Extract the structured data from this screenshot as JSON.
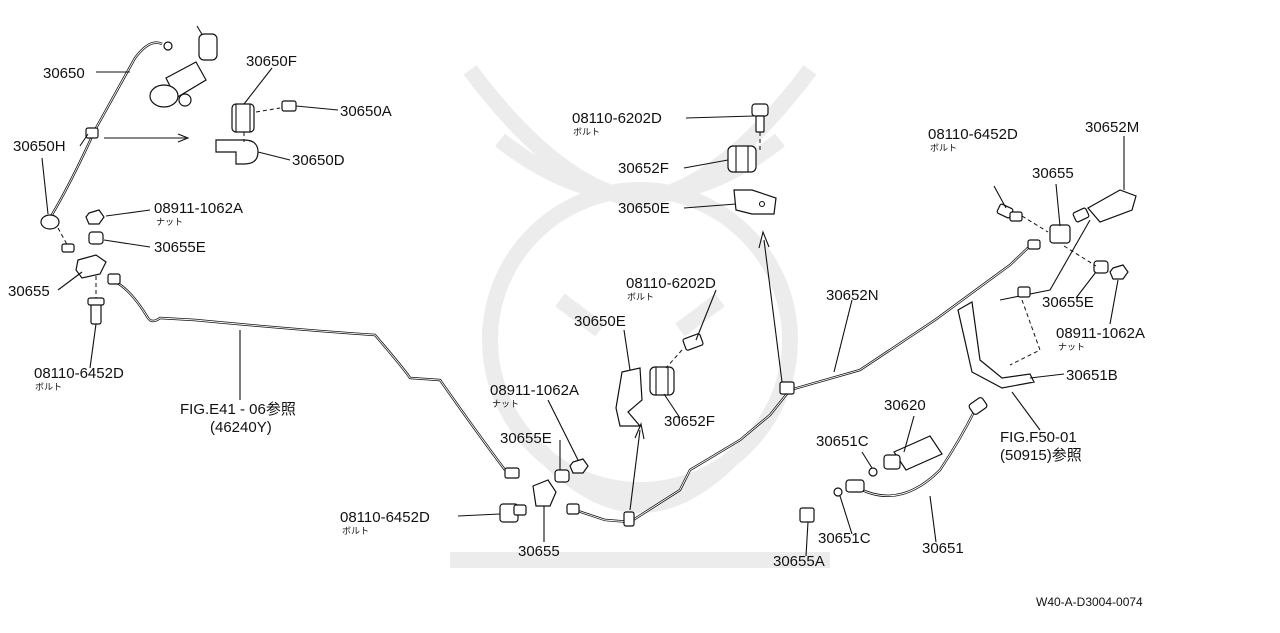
{
  "labels": {
    "l_30650": "30650",
    "l_30650F": "30650F",
    "l_30650A": "30650A",
    "l_30650H": "30650H",
    "l_30650D": "30650D",
    "l_08911_top": "08911-1062A",
    "l_08911_top_sub": "ナット",
    "l_30655E_top": "30655E",
    "l_30655_top": "30655",
    "l_08110_left": "08110-6452D",
    "l_08110_left_sub": "ボルト",
    "l_fig_e41": "FIG.E41 - 06参照",
    "l_fig_e41_code": "(46240Y)",
    "l_08110_6202_top": "08110-6202D",
    "l_08110_6202_top_sub": "ボルト",
    "l_30652F": "30652F",
    "l_30650E_top": "30650E",
    "l_08110_6202_mid": "08110-6202D",
    "l_08110_6202_mid_sub": "ボルト",
    "l_30650E_mid": "30650E",
    "l_08911_mid": "08911-1062A",
    "l_08911_mid_sub": "ナット",
    "l_30652F_mid": "30652F",
    "l_30655E_mid": "30655E",
    "l_08110_bottom": "08110-6452D",
    "l_08110_bottom_sub": "ボルト",
    "l_30655_bottom": "30655",
    "l_30652N": "30652N",
    "l_30620": "30620",
    "l_30651C_a": "30651C",
    "l_30651C_b": "30651C",
    "l_30655A": "30655A",
    "l_30651": "30651",
    "l_08110_right": "08110-6452D",
    "l_08110_right_sub": "ボルト",
    "l_30655_right": "30655",
    "l_30652M": "30652M",
    "l_30655E_right": "30655E",
    "l_08911_right": "08911-1062A",
    "l_08911_right_sub": "ナット",
    "l_30651B": "30651B",
    "l_fig_f50": "FIG.F50-01",
    "l_fig_f50_code": "(50915)参照",
    "diagram_code": "W40-A-D3004-0074"
  }
}
